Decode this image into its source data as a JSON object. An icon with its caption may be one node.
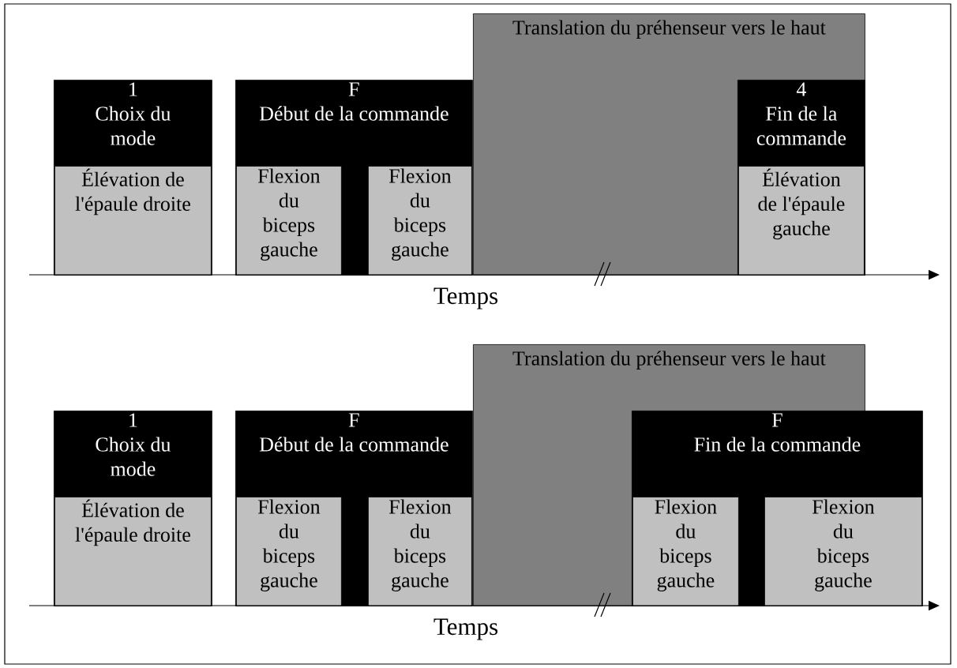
{
  "diagram": {
    "nodes": [
      {
        "text": [
          "1",
          "Choix du mode"
        ]
      },
      {
        "text": [
          "Élévation de l'épaule droite"
        ],
        "in": 0
      },
      {
        "text": [
          "F",
          "Début de la commande"
        ]
      },
      {
        "text": [
          "Flexion du biceps gauche"
        ],
        "in": 2
      },
      {
        "text": [
          "Flexion du biceps gauche"
        ],
        "in": 2
      },
      {
        "text": [
          "Translation du préhenseur vers le haut"
        ]
      },
      {
        "text": [
          "4",
          "Fin de la commande"
        ],
        "in": 5
      },
      {
        "text": [
          "Élévation de l'épaule gauche"
        ],
        "in": 6
      },
      {
        "text": [
          "1",
          "Choix du mode"
        ]
      },
      {
        "text": [
          "Élévation de l'épaule droite"
        ],
        "in": 8
      },
      {
        "text": [
          "F",
          "Début de la commande"
        ]
      },
      {
        "text": [
          "Flexion du biceps gauche"
        ],
        "in": 10
      },
      {
        "text": [
          "Flexion du biceps gauche"
        ],
        "in": 10
      },
      {
        "text": [
          "Translation du préhenseur vers le haut"
        ]
      },
      {
        "text": [
          "F",
          "Fin de la commande"
        ]
      },
      {
        "text": [
          "Flexion du biceps gauche"
        ],
        "in": 14
      },
      {
        "text": [
          "Flexion du biceps gauche"
        ],
        "in": 14
      }
    ],
    "labels": [
      "Temps",
      "Temps"
    ]
  }
}
